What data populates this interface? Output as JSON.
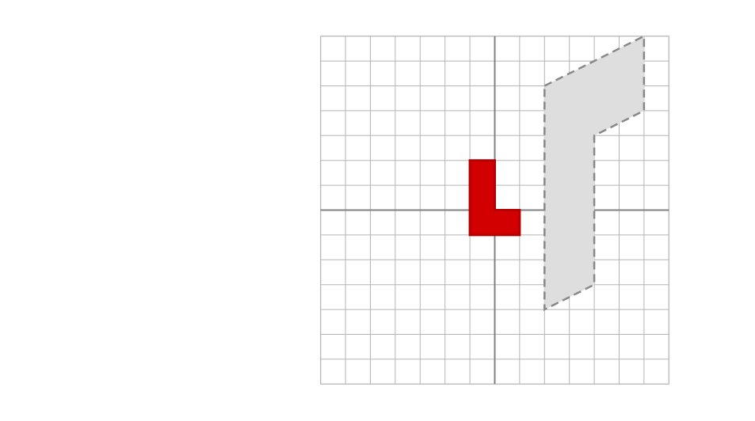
{
  "grid": {
    "x_range": [
      -7,
      7
    ],
    "y_range": [
      -7,
      7
    ],
    "step": 1,
    "line_color": "#b5b5b5",
    "axis_color": "#808080",
    "background": "#ffffff"
  },
  "shapes": [
    {
      "name": "red-l-shape",
      "style": "solid",
      "fill": "#d20000",
      "stroke": "#b30000",
      "vertices": [
        [
          -1,
          2
        ],
        [
          0,
          2
        ],
        [
          0,
          0
        ],
        [
          1,
          0
        ],
        [
          1,
          -1
        ],
        [
          -1,
          -1
        ]
      ]
    },
    {
      "name": "gray-dilated-shape",
      "style": "dashed",
      "fill": "#dedede",
      "stroke": "#888888",
      "vertices": [
        [
          2,
          5
        ],
        [
          6,
          7
        ],
        [
          6,
          4
        ],
        [
          4,
          3
        ],
        [
          4,
          -3
        ],
        [
          2,
          -4
        ]
      ]
    }
  ]
}
